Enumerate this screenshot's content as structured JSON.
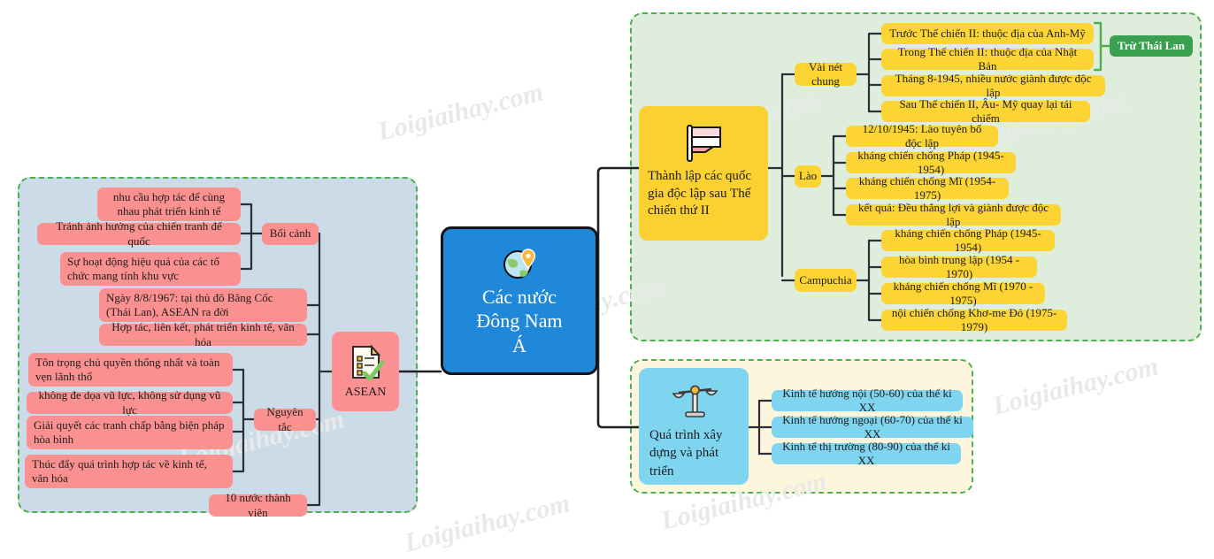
{
  "center": {
    "title_line1": "Các nước",
    "title_line2": "Đông Nam",
    "title_line3": "Á",
    "icon": "globe-pin-icon",
    "color": "#2088d8"
  },
  "watermark": {
    "text": "Loigiaihay.com",
    "color": "#e9e9e9"
  },
  "regions": {
    "green": {
      "name": "independence-region",
      "color": "#dfeedc",
      "border": "#4CAF50"
    },
    "blue": {
      "name": "asean-region",
      "color": "#ccdbe8",
      "border": "#4CAF50"
    },
    "cream": {
      "name": "development-region",
      "color": "#fdf6dd",
      "border": "#4CAF50"
    }
  },
  "branches": {
    "independence": {
      "title": "Thành lập các quốc gia độc lập sau Thế chiến thứ II",
      "icon": "flag-icon",
      "color": "#fbd131",
      "groups": [
        {
          "label": "Vài nét chung",
          "items": [
            "Trước Thế chiến II: thuộc địa của Anh-Mỹ",
            "Trong Thế chiến II: thuộc địa của Nhật Bản",
            "Tháng 8-1945, nhiều nước giành được độc lập",
            "Sau Thế chiến II, Âu- Mỹ quay lại tái chiếm"
          ],
          "badge": "Trừ Thái Lan",
          "badge_color": "#3aa050"
        },
        {
          "label": "Lào",
          "items": [
            "12/10/1945: Lào tuyên bố độc lập",
            "kháng chiến chống Pháp (1945-1954)",
            "kháng chiến chống Mĩ (1954-1975)",
            "kết quả: Đều thắng lợi và giành được độc lập"
          ]
        },
        {
          "label": "Campuchia",
          "items": [
            "kháng chiến chống Pháp (1945-1954)",
            "hòa bình trung lập (1954 - 1970)",
            "kháng chiến chống Mĩ (1970 - 1975)",
            "nội chiến chống Khơ-me Đỏ (1975-1979)"
          ]
        }
      ]
    },
    "development": {
      "title": "Quá trình xây dựng và phát triển",
      "icon": "scales-icon",
      "color": "#7fd4f0",
      "items": [
        "Kinh tế hướng nội (50-60) của thế kỉ XX",
        "Kinh tế hướng ngoại (60-70) của thế kỉ XX",
        "Kinh tế thị trường (80-90) của thế kỉ XX"
      ]
    },
    "asean": {
      "title": "ASEAN",
      "icon": "checklist-document-icon",
      "color": "#fb9090",
      "groups": [
        {
          "label": "Bối cảnh",
          "items": [
            "nhu cầu hợp tác để cùng nhau phát triển kinh tế",
            "Tránh ảnh hưởng của chiến tranh đế quốc",
            "Sự hoạt động hiệu quả của các tổ chức mang tính khu vực"
          ]
        }
      ],
      "direct_items": [
        "Ngày 8/8/1967: tại thủ đô Băng Cốc (Thái Lan), ASEAN ra đời",
        "Hợp tác, liên kết, phát triển kinh tế, văn hóa"
      ],
      "principles": {
        "label": "Nguyên tắc",
        "items": [
          "Tôn trọng chủ quyền thống nhất và toàn vẹn lãnh thổ",
          "không đe dọa vũ lực, không sử dụng vũ lực",
          "Giải quyết các tranh chấp bằng biện pháp hòa bình",
          "Thúc đẩy quá trình hợp tác về kinh tế, văn hóa"
        ]
      },
      "members": "10 nước thành viên"
    }
  }
}
